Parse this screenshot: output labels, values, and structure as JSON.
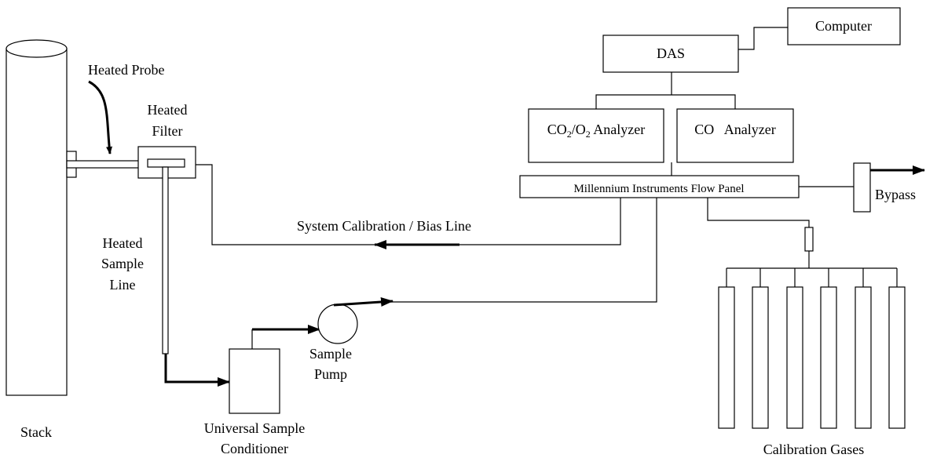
{
  "labels": {
    "computer": "Computer",
    "das": "DAS",
    "co2_o2_analyzer_prefix": "CO",
    "co2_sub": "2",
    "co2_o2_analyzer_slash": "/O",
    "o2_sub": "2",
    "co2_o2_analyzer_suffix": " Analyzer",
    "co_analyzer": "CO   Analyzer",
    "flow_panel": "Millennium Instruments Flow Panel",
    "bypass": "Bypass",
    "heated_probe": "Heated Probe",
    "heated_filter_line1": "Heated",
    "heated_filter_line2": "Filter",
    "system_calibration": "System Calibration / Bias Line",
    "heated_sample_line1": "Heated",
    "heated_sample_line2": "Sample",
    "heated_sample_line3": "Line",
    "stack": "Stack",
    "sample_pump_line1": "Sample",
    "sample_pump_line2": "Pump",
    "conditioner_line1": "Universal Sample",
    "conditioner_line2": "Conditioner",
    "calibration_gases": "Calibration Gases"
  }
}
